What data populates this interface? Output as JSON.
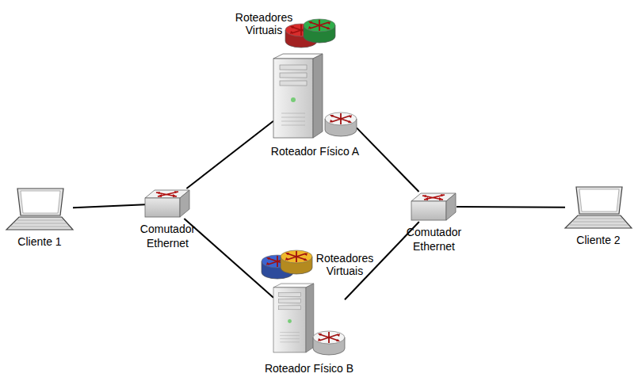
{
  "diagram": {
    "nodes": [
      {
        "text": [
          "Roteador Físico A"
        ]
      },
      {
        "text": [
          "Cliente 1"
        ]
      },
      {
        "text": [
          "Comutador Ethernet"
        ]
      },
      {
        "text": [
          "Comutador Ethernet"
        ]
      },
      {
        "text": [
          "Cliente 2"
        ]
      },
      {
        "text": [
          "Roteador Físico B"
        ]
      }
    ],
    "edges": [
      {
        "from": 1,
        "to": 2,
        "arrow": "none"
      },
      {
        "from": 2,
        "to": 0,
        "arrow": "none"
      },
      {
        "from": 2,
        "to": 5,
        "arrow": "none"
      },
      {
        "from": 0,
        "to": 3,
        "arrow": "none"
      },
      {
        "from": 5,
        "to": 3,
        "arrow": "none"
      },
      {
        "from": 3,
        "to": 4,
        "arrow": "none"
      }
    ],
    "labels": [
      "Roteadores Virtuais",
      "Roteadores Virtuais"
    ]
  }
}
